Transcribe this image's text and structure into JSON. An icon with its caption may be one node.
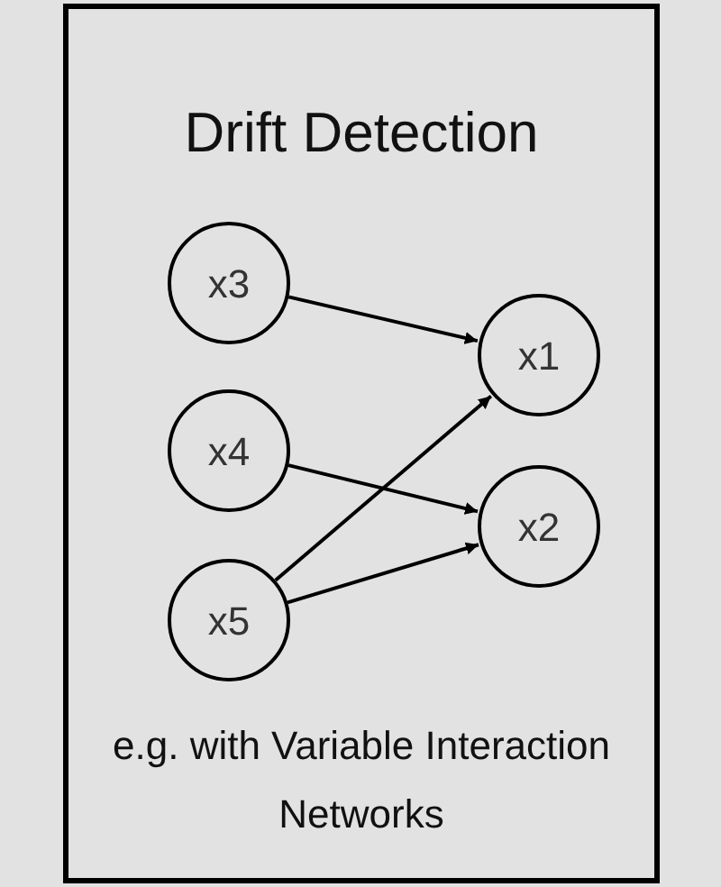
{
  "diagram": {
    "title": "Drift Detection",
    "nodes": [
      {
        "text": [
          "x3"
        ]
      },
      {
        "text": [
          "x4"
        ]
      },
      {
        "text": [
          "x5"
        ]
      },
      {
        "text": [
          "x1"
        ]
      },
      {
        "text": [
          "x2"
        ]
      }
    ],
    "edges": [
      {
        "from": 0,
        "to": 3,
        "arrow": "to"
      },
      {
        "from": 2,
        "to": 3,
        "arrow": "to"
      },
      {
        "from": 1,
        "to": 4,
        "arrow": "to"
      },
      {
        "from": 2,
        "to": 4,
        "arrow": "to"
      }
    ],
    "caption": "e.g. with Variable Interaction Networks"
  }
}
